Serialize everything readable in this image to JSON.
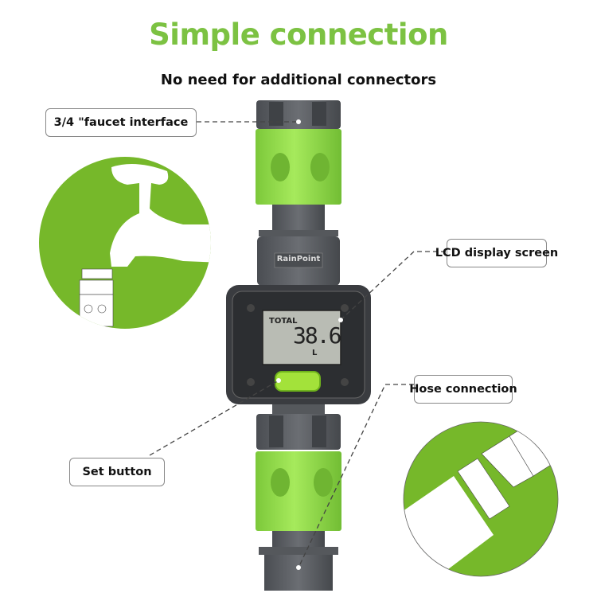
{
  "header": {
    "title": "Simple connection",
    "subtitle": "No need for additional connectors"
  },
  "callouts": {
    "faucet_interface": "3/4 \"faucet interface",
    "lcd_display": "LCD display screen",
    "hose_connection": "Hose connection",
    "set_button": "Set button"
  },
  "device": {
    "brand": "RainPoint",
    "lcd_label": "TOTAL",
    "lcd_value": "38.6",
    "lcd_unit": "L"
  },
  "colors": {
    "accent_green": "#7cc242",
    "body_grey": "#5a5d62",
    "connector_green": "#8fd14f"
  },
  "icons": [
    "faucet-illustration",
    "hose-illustration"
  ]
}
